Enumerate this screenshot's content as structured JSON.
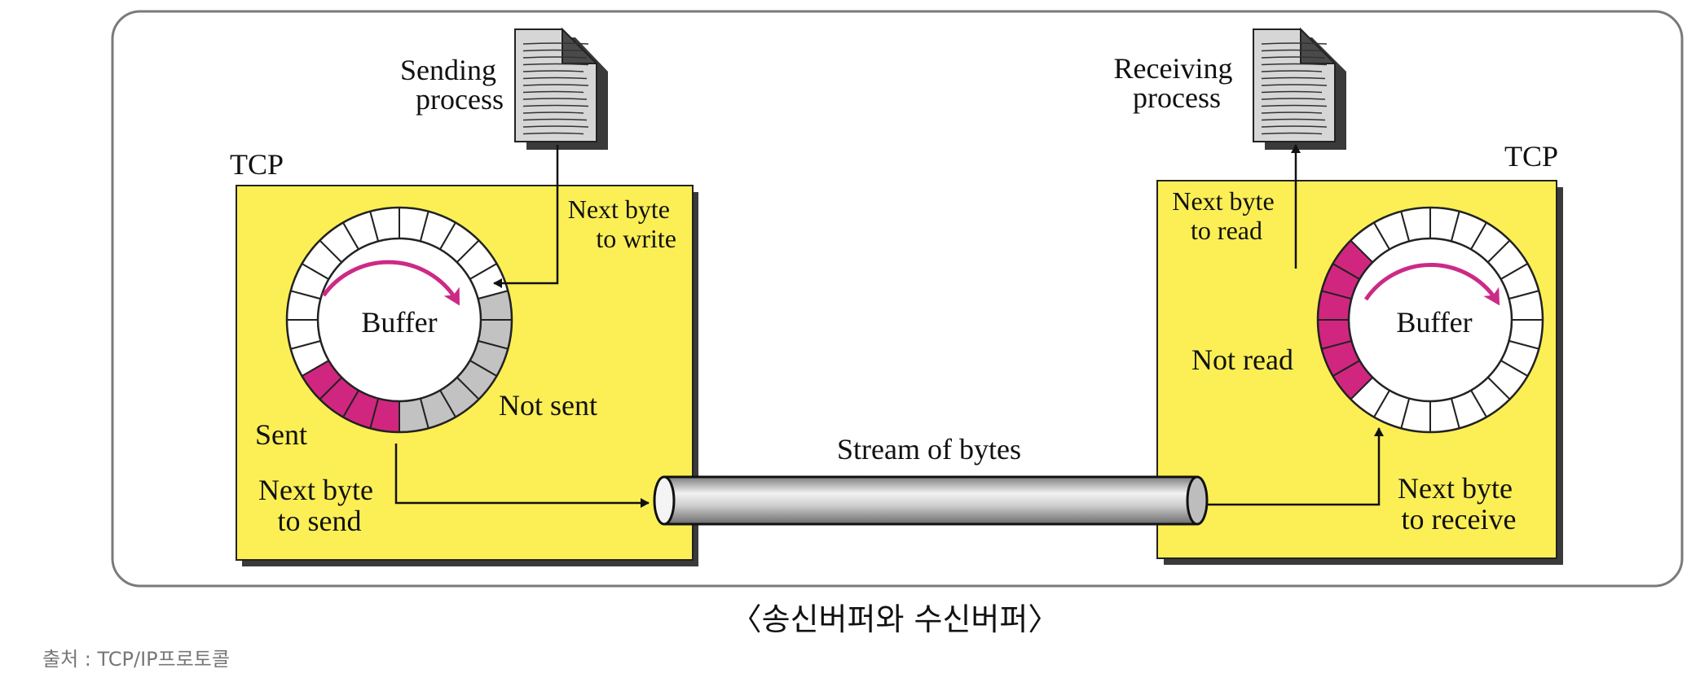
{
  "left_tcp": {
    "title": "TCP",
    "process_label_line1": "Sending",
    "process_label_line2": "process",
    "buffer_label": "Buffer",
    "next_write_line1": "Next byte",
    "next_write_line2": "to write",
    "not_sent_label": "Not sent",
    "sent_label": "Sent",
    "next_send_line1": "Next byte",
    "next_send_line2": "to send"
  },
  "right_tcp": {
    "title": "TCP",
    "process_label_line1": "Receiving",
    "process_label_line2": "process",
    "buffer_label": "Buffer",
    "next_read_line1": "Next byte",
    "next_read_line2": "to read",
    "not_read_label": "Not read",
    "next_receive_line1": "Next byte",
    "next_receive_line2": "to receive"
  },
  "stream_label": "Stream of bytes",
  "caption": "〈송신버퍼와 수신버퍼〉",
  "source": "출처 : TCP/IP프로토콜",
  "colors": {
    "tcp_box": "#fbef55",
    "sent": "#d1267f",
    "not_sent": "#c2c2c2",
    "arrow_magenta": "#cc2a86",
    "frame": "#7a7a7a"
  }
}
